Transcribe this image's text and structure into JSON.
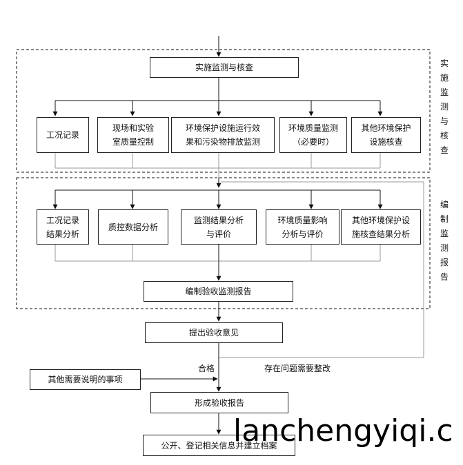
{
  "sections": {
    "implement_label": "实施监测与核查",
    "report_label": "编制监测报告"
  },
  "nodes": {
    "implement": "实施监测与核查",
    "work_record": "工况记录",
    "qc_onsite": "现场和实验\n室质量控制",
    "env_facility_eff": "环境保护设施运行效\n果和污染物排放监测",
    "env_quality_monitor": "环境质量监测\n（必要时）",
    "other_facility_check": "其他环境保护\n设施核查",
    "work_record_analysis": "工况记录\n结果分析",
    "qc_data_analysis": "质控数据分析",
    "monitor_result_eval": "监测结果分析\n与评价",
    "env_quality_impact": "环境质量影响\n分析与评价",
    "other_facility_result": "其他环境保护设\n施核查结果分析",
    "compile_report": "编制验收监测报告",
    "propose_opinion": "提出验收意见",
    "other_matters": "其他需要说明的事项",
    "form_report": "形成验收报告",
    "publish": "公开、登记相关信息并建立档案"
  },
  "edge_labels": {
    "qualified": "合格",
    "issues": "存在问题需要整改"
  },
  "watermark": "lanchengyiqi.c",
  "colors": {
    "line": "#111111",
    "dashed_border": "#111111",
    "connector_gray": "#999999"
  }
}
